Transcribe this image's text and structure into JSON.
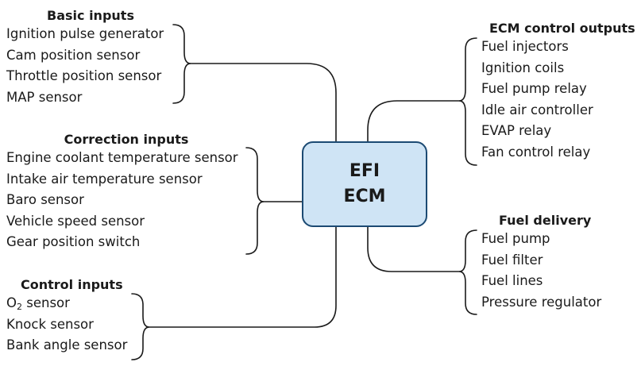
{
  "center": {
    "line1": "EFI",
    "line2": "ECM",
    "fill_color": "#cfe4f5",
    "border_color": "#1c4a73"
  },
  "basic_inputs": {
    "heading": "Basic inputs",
    "items": [
      "Ignition pulse generator",
      "Cam position sensor",
      "Throttle position sensor",
      "MAP sensor"
    ]
  },
  "correction_inputs": {
    "heading": "Correction inputs",
    "items": [
      "Engine coolant temperature sensor",
      "Intake air temperature sensor",
      "Baro sensor",
      "Vehicle speed sensor",
      "Gear position switch"
    ]
  },
  "control_inputs": {
    "heading": "Control inputs",
    "o2_prefix": "O",
    "o2_sub": "2",
    "o2_suffix": " sensor",
    "items": [
      "Knock sensor",
      "Bank angle sensor"
    ]
  },
  "ecm_control_outputs": {
    "heading": "ECM control outputs",
    "items": [
      "Fuel injectors",
      "Ignition coils",
      "Fuel pump relay",
      "Idle air controller",
      "EVAP relay",
      "Fan control relay"
    ]
  },
  "fuel_delivery": {
    "heading": "Fuel delivery",
    "items": [
      "Fuel pump",
      "Fuel filter",
      "Fuel lines",
      "Pressure regulator"
    ]
  }
}
